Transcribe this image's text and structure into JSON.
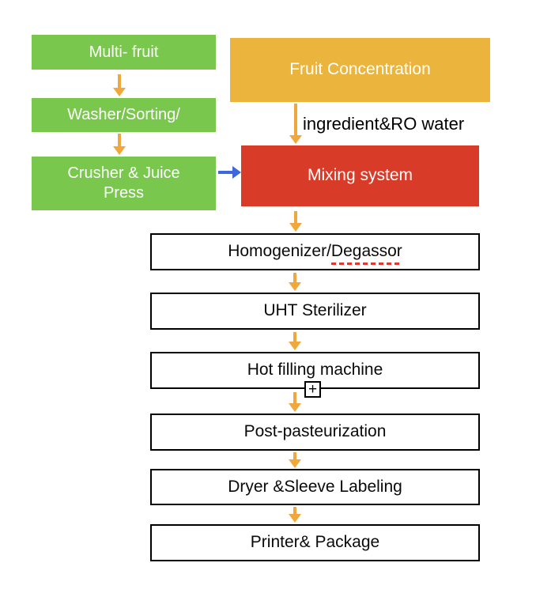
{
  "diagram": {
    "colors": {
      "source_green": "#7ac74e",
      "concentrate_yellow": "#ebb43c",
      "mixing_red": "#d83b27",
      "arrow_orange": "#f0a83c",
      "arrow_blue": "#3d68dc",
      "process_border": "#000000",
      "spellcheck_underline_red": "#e03a2f",
      "background": "#ffffff"
    },
    "green_chain": [
      {
        "label": "Multi- fruit"
      },
      {
        "label": "Washer/Sorting/"
      },
      {
        "label": "Crusher & Juice Press"
      }
    ],
    "concentrate_branch": {
      "fruit_concentration_label": "Fruit Concentration",
      "flow_annotation": "ingredient&RO water",
      "mixing_label": "Mixing system"
    },
    "process_chain": [
      {
        "label_prefix": "Homogenizer/",
        "label_underlined": "Degassor"
      },
      {
        "label": "UHT Sterilizer"
      },
      {
        "label": "Hot filling machine"
      },
      {
        "label": "Post-pasteurization"
      },
      {
        "label": "Dryer &Sleeve Labeling"
      },
      {
        "label": "Printer& Package"
      }
    ],
    "icons": {
      "plus_marker_glyph": "+"
    }
  }
}
